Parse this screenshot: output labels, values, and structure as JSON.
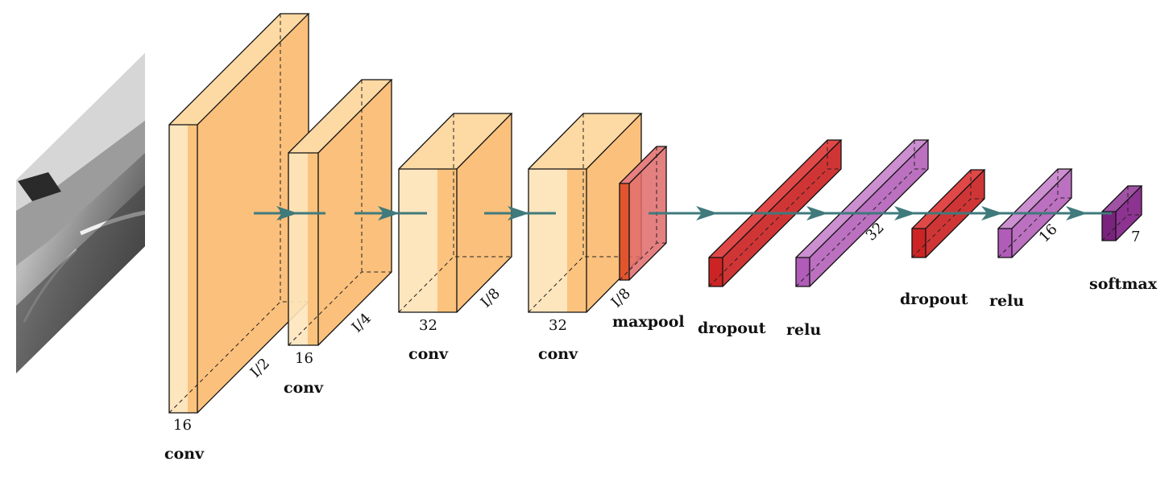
{
  "layers": [
    {
      "kind": "conv",
      "label": "conv",
      "depth_label": "16",
      "size_label": "I/2"
    },
    {
      "kind": "conv",
      "label": "conv",
      "depth_label": "16",
      "size_label": "I/4"
    },
    {
      "kind": "conv",
      "label": "conv",
      "depth_label": "32",
      "size_label": "I/8"
    },
    {
      "kind": "conv",
      "label": "conv",
      "depth_label": "32",
      "size_label": "I/8"
    },
    {
      "kind": "pool",
      "label": "maxpool"
    },
    {
      "kind": "dropout",
      "label": "dropout"
    },
    {
      "kind": "relu",
      "label": "relu",
      "size_label": "32"
    },
    {
      "kind": "dropout",
      "label": "dropout"
    },
    {
      "kind": "relu",
      "label": "relu",
      "size_label": "16"
    },
    {
      "kind": "softmax",
      "label": "softmax",
      "size_label": "7"
    }
  ],
  "colors": {
    "conv_front": "#fde5bd",
    "conv_front_band": "#fbc37e",
    "conv_side": "#fbc07c",
    "conv_top": "#fdd9a4",
    "pool_front": "#e0542e",
    "pool_side": "#e06a6a",
    "dropout_front": "#cc2424",
    "dropout_side": "#d03535",
    "dropout_top": "#e04848",
    "relu_front": "#b05cb8",
    "relu_side": "#bb70c0",
    "relu_top": "#cc8fd0",
    "softmax_front": "#7a237e",
    "softmax_side": "#8d3391",
    "softmax_top": "#a052a4",
    "arrow": "#3f7a7c"
  }
}
